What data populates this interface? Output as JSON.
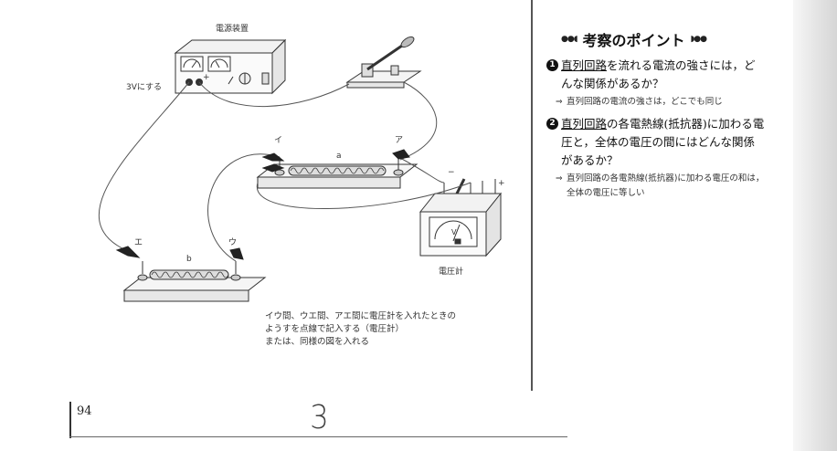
{
  "diagram": {
    "power_supply_label": "電源装置",
    "voltage_note": "3Vにする",
    "terminal_a": "ア",
    "terminal_i": "イ",
    "terminal_u": "ウ",
    "terminal_e": "エ",
    "resistor_a": "a",
    "resistor_b": "b",
    "plus_sign": "+",
    "minus_sign": "−",
    "voltmeter_label": "電圧計",
    "meter_unit": "V"
  },
  "caption": {
    "line1": "イウ間、ウエ間、アエ間に電圧計を入れたときの",
    "line2": "ようすを点線で記入する（電圧計）",
    "line3": "または、同様の図を入れる"
  },
  "page": {
    "number": "94",
    "handwritten_mark": "3"
  },
  "points": {
    "title": "考察のポイント",
    "items": [
      {
        "num": "1",
        "underlined": "直列回路",
        "text": "を流れる電流の強さには，どんな関係があるか？",
        "answer": "直列回路の電流の強さは，どこでも同じ"
      },
      {
        "num": "2",
        "underlined": "直列回路",
        "text": "の各電熱線(抵抗器)に加わる電圧と，全体の電圧の間にはどんな関係があるか？",
        "answer": "直列回路の各電熱線(抵抗器)に加わる電圧の和は，全体の電圧に等しい"
      }
    ]
  }
}
